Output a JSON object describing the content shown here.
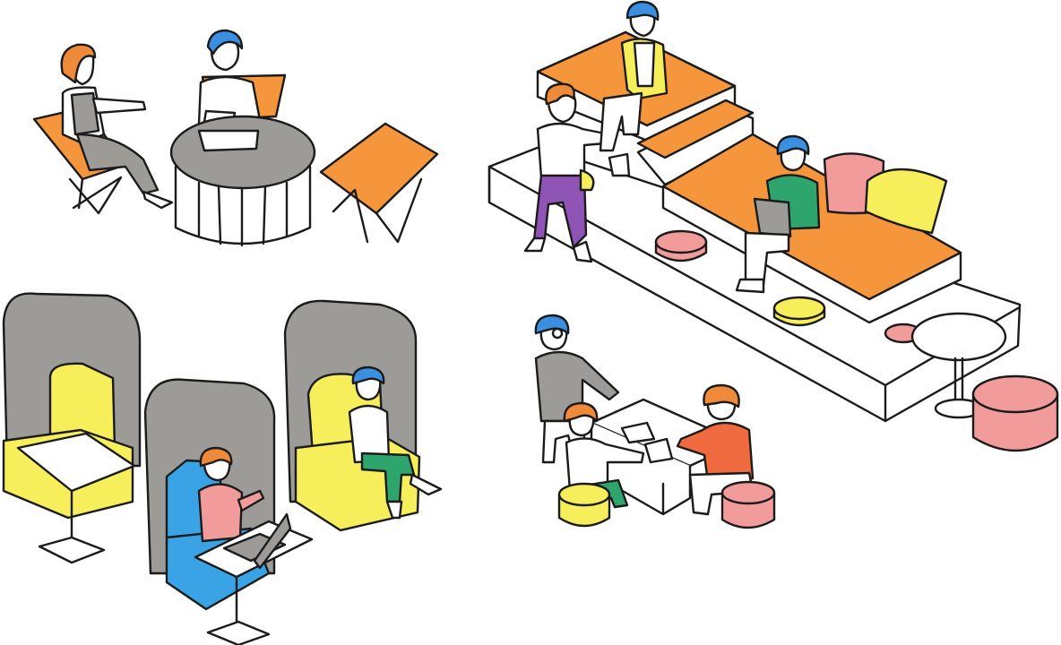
{
  "palette": {
    "ink": "#1b1b1b",
    "orange": "#f5953c",
    "yellow": "#f7ee5c",
    "pink": "#f29b9b",
    "blue": "#3aa3e6",
    "gray": "#9c9b98",
    "green": "#2fa56e",
    "purple": "#8e55b7",
    "skin": "#ffffff",
    "hair_orange": "#f08a3b",
    "hair_blue": "#3a8fe0",
    "red_sweater": "#f06a40"
  },
  "scenes": [
    {
      "name": "lounge-chairs",
      "items": [
        "butterfly-chair",
        "round-table",
        "laptop",
        "butterfly-chair"
      ]
    },
    {
      "name": "bleacher-seating",
      "items": [
        "stepped-bench",
        "cushions",
        "pillows",
        "floor-cushions"
      ]
    },
    {
      "name": "booth-pods",
      "items": [
        "yellow-booth",
        "blue-booth",
        "yellow-booth"
      ]
    },
    {
      "name": "meeting-table",
      "items": [
        "low-table",
        "stools",
        "papers"
      ]
    },
    {
      "name": "cafe-table",
      "items": [
        "round-table",
        "pink-stool"
      ]
    }
  ]
}
